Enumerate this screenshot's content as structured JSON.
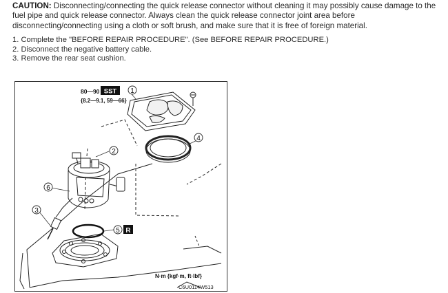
{
  "caution": {
    "label": "CAUTION:",
    "text": " Disconnecting/connecting the quick release connector without cleaning it may possibly cause damage to the fuel pipe and quick release connector. Always clean the quick release connector joint area before disconnecting/connecting using a cloth or soft brush, and make sure that it is free of foreign material."
  },
  "steps": [
    "1. Complete the \"BEFORE REPAIR PROCEDURE\". (See BEFORE REPAIR PROCEDURE.)",
    "2. Disconnect the negative battery cable.",
    "3. Remove the rear seat cushion."
  ],
  "figure": {
    "torque_value": "80—90",
    "tool_label": "SST",
    "torque_alt": "{8.2—9.1, 59—66}",
    "callouts": [
      "1",
      "2",
      "3",
      "4",
      "5",
      "6"
    ],
    "replace_badge": "R",
    "units_label": "N·m {kgf·m, ft·lbf}",
    "figure_code": "C6U0114W513"
  }
}
